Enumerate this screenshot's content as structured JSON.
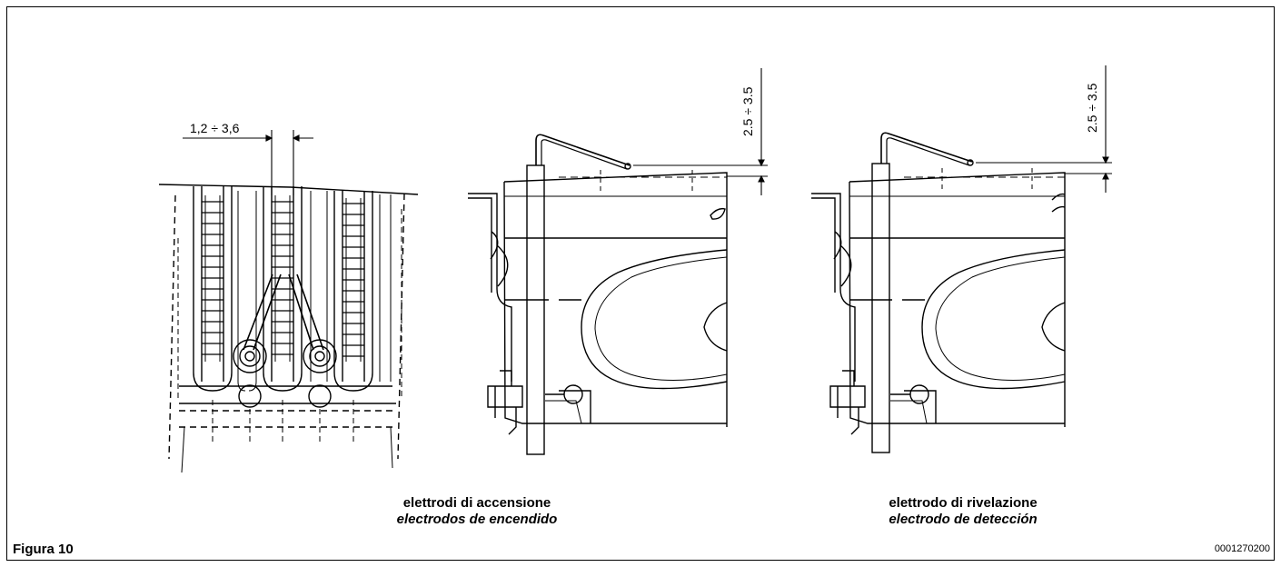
{
  "figure": {
    "label": "Figura 10",
    "code": "0001270200"
  },
  "views": {
    "ignition": {
      "caption_it": "elettrodi di accensione",
      "caption_es": "electrodos de encendido",
      "gap_dimension": "2.5 ÷ 3.5",
      "electrode_spacing": "1,2 ÷ 3,6"
    },
    "detection": {
      "caption_it": "elettrodo di rivelazione",
      "caption_es": "electrodo de detección",
      "gap_dimension": "2.5 ÷ 3.5"
    }
  }
}
